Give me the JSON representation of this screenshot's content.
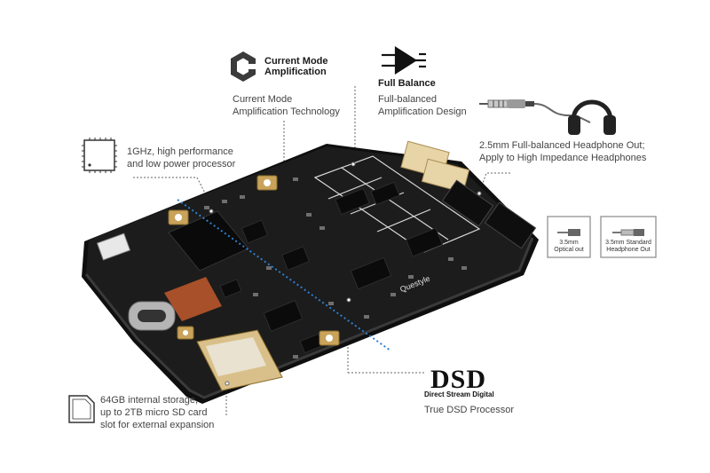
{
  "features": {
    "current_mode": {
      "logo_line1": "Current Mode",
      "logo_line2": "Amplification",
      "desc_line1": "Current Mode",
      "desc_line2": "Amplification Technology"
    },
    "full_balance": {
      "logo_text": "Full Balance",
      "desc_line1": "Full-balanced",
      "desc_line2": "Amplification Design"
    },
    "processor": {
      "desc_line1": "1GHz, high performance",
      "desc_line2": "and low power processor"
    },
    "headphone_out": {
      "desc_line1": "2.5mm Full-balanced Headphone Out;",
      "desc_line2": "Apply to High Impedance Headphones"
    },
    "ports": [
      {
        "line1": "3.5mm",
        "line2": "Optical out"
      },
      {
        "line1": "3.5mm Standard",
        "line2": "Headphone Out"
      }
    ],
    "dsd": {
      "logo": "DSD",
      "subtitle": "Direct Stream Digital",
      "desc": "True DSD Processor"
    },
    "storage": {
      "desc_line1": "64GB internal storage,",
      "desc_line2": "up to 2TB micro SD card",
      "desc_line3": "slot for external expansion"
    }
  },
  "board_silkscreen": "Questyle",
  "colors": {
    "pcb": "#1c1c1c",
    "pcb_edge": "#3a3a3a",
    "gold": "#c9a35a",
    "dotted_blue": "#2f7fd0",
    "text": "#444444"
  },
  "icons": [
    "current-mode-logo",
    "full-balance-logo",
    "chip-icon",
    "headphone-jack-icon",
    "headphones-icon",
    "sd-card-icon",
    "optical-port-icon",
    "headphone-port-icon"
  ]
}
